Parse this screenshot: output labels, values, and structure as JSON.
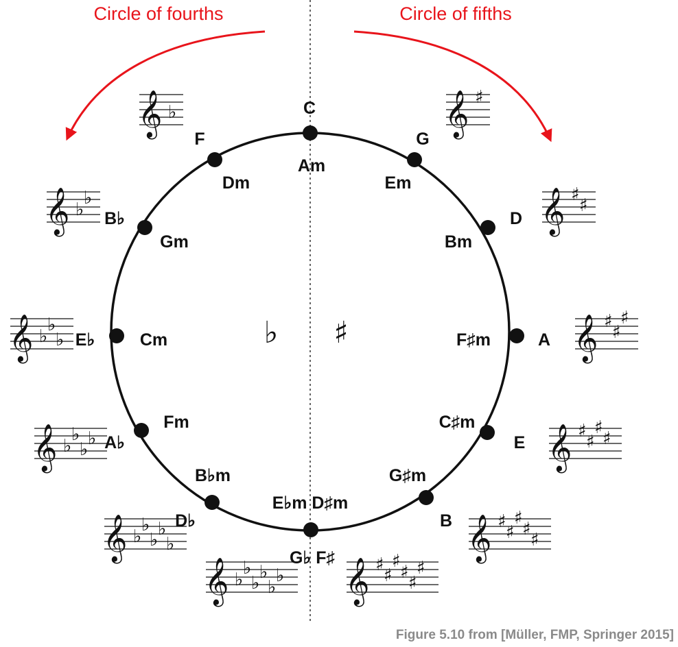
{
  "headings": {
    "left": "Circle of fourths",
    "right": "Circle of fifths"
  },
  "center_symbols": {
    "flat": "♭",
    "sharp": "♯"
  },
  "caption": "Figure 5.10 from [Müller, FMP, Springer 2015]",
  "colors": {
    "arrow": "#e8141b",
    "ink": "#111111",
    "caption": "#8a8a8a"
  },
  "keys": [
    {
      "major": "C",
      "minor": "Am"
    },
    {
      "major": "G",
      "minor": "Em"
    },
    {
      "major": "D",
      "minor": "Bm"
    },
    {
      "major": "A",
      "minor": "F♯m"
    },
    {
      "major": "E",
      "minor": "C♯m"
    },
    {
      "major": "B",
      "minor": "G♯m"
    },
    {
      "major": "G♭ F♯",
      "minor": "E♭m D♯m"
    },
    {
      "major": "D♭",
      "minor": "B♭m"
    },
    {
      "major": "A♭",
      "minor": "Fm"
    },
    {
      "major": "E♭",
      "minor": "Cm"
    },
    {
      "major": "B♭",
      "minor": "Gm"
    },
    {
      "major": "F",
      "minor": "Dm"
    }
  ],
  "staffs": [
    {
      "name": "G",
      "accidental": "sharp",
      "count": 1
    },
    {
      "name": "D",
      "accidental": "sharp",
      "count": 2
    },
    {
      "name": "A",
      "accidental": "sharp",
      "count": 3
    },
    {
      "name": "E",
      "accidental": "sharp",
      "count": 4
    },
    {
      "name": "B",
      "accidental": "sharp",
      "count": 5
    },
    {
      "name": "F♯",
      "accidental": "sharp",
      "count": 6
    },
    {
      "name": "G♭",
      "accidental": "flat",
      "count": 6
    },
    {
      "name": "D♭",
      "accidental": "flat",
      "count": 5
    },
    {
      "name": "A♭",
      "accidental": "flat",
      "count": 4
    },
    {
      "name": "E♭",
      "accidental": "flat",
      "count": 3
    },
    {
      "name": "B♭",
      "accidental": "flat",
      "count": 2
    },
    {
      "name": "F",
      "accidental": "flat",
      "count": 1
    }
  ]
}
